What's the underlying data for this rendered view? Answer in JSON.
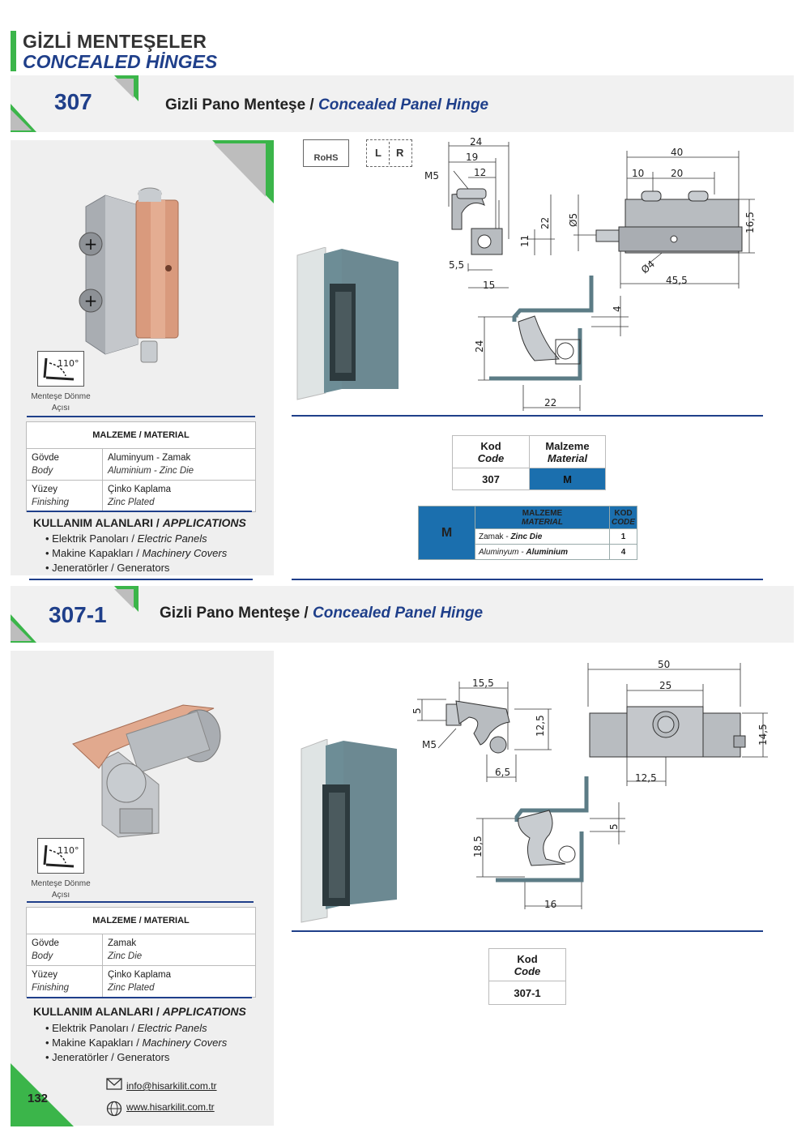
{
  "header": {
    "title_tr": "GİZLİ MENTEŞELER",
    "title_en": "CONCEALED HİNGES"
  },
  "products": [
    {
      "code": "307",
      "title_tr": "Gizli Pano Menteşe /",
      "title_en": "Concealed Panel Hinge",
      "angle": "110°",
      "angle_caption": "Menteşe Dönme Açısı",
      "material_header": "MALZEME / MATERIAL",
      "material_rows": [
        {
          "label_tr": "Gövde",
          "label_en": "Body",
          "value_tr": "Aluminyum - Zamak",
          "value_en": "Aluminium - Zinc Die"
        },
        {
          "label_tr": "Yüzey",
          "label_en": "Finishing",
          "value_tr": "Çinko Kaplama",
          "value_en": "Zinc Plated"
        }
      ],
      "applications_title_tr": "KULLANIM ALANLARI /",
      "applications_title_en": "APPLICATIONS",
      "applications": [
        {
          "tr": "Elektrik Panoları /",
          "en": "Electric Panels"
        },
        {
          "tr": "Makine Kapakları /",
          "en": "Machinery Covers"
        },
        {
          "tr": "Jeneratörler /",
          "en": "Generators"
        }
      ],
      "badges": [
        "RoHS",
        "L",
        "R"
      ],
      "dimensions": [
        "24",
        "19",
        "12",
        "M5",
        "22",
        "11",
        "5,5",
        "15",
        "40",
        "10",
        "20",
        "Ø5",
        "16,5",
        "Ø4",
        "45,5",
        "4",
        "24",
        "22"
      ],
      "code_table": {
        "col1_tr": "Kod",
        "col1_en": "Code",
        "col2_tr": "Malzeme",
        "col2_en": "Material",
        "row_code": "307",
        "row_material": "M"
      },
      "material_legend": {
        "key": "M",
        "head1_tr": "MALZEME",
        "head1_en": "MATERIAL",
        "head2_tr": "KOD",
        "head2_en": "CODE",
        "rows": [
          {
            "tr": "Zamak -",
            "en": "Zinc Die",
            "code": "1"
          },
          {
            "tr": "Aluminyum -",
            "en": "Aluminium",
            "code": "4"
          }
        ]
      }
    },
    {
      "code": "307-1",
      "title_tr": "Gizli Pano Menteşe /",
      "title_en": "Concealed Panel Hinge",
      "angle": "110°",
      "angle_caption": "Menteşe Dönme Açısı",
      "material_header": "MALZEME / MATERIAL",
      "material_rows": [
        {
          "label_tr": "Gövde",
          "label_en": "Body",
          "value_tr": "Zamak",
          "value_en": "Zinc Die"
        },
        {
          "label_tr": "Yüzey",
          "label_en": "Finishing",
          "value_tr": "Çinko Kaplama",
          "value_en": "Zinc Plated"
        }
      ],
      "applications_title_tr": "KULLANIM ALANLARI /",
      "applications_title_en": "APPLICATIONS",
      "applications": [
        {
          "tr": "Elektrik Panoları /",
          "en": "Electric Panels"
        },
        {
          "tr": "Makine Kapakları /",
          "en": "Machinery Covers"
        },
        {
          "tr": "Jeneratörler /",
          "en": "Generators"
        }
      ],
      "dimensions": [
        "15,5",
        "5",
        "12,5",
        "M5",
        "6,5",
        "50",
        "25",
        "14,5",
        "12,5",
        "18,5",
        "5",
        "16"
      ],
      "code_table": {
        "col1_tr": "Kod",
        "col1_en": "Code",
        "row_code": "307-1"
      }
    }
  ],
  "footer": {
    "page_number": "132",
    "email": "info@hisarkilit.com.tr",
    "website": "www.hisarkilit.com.tr"
  },
  "colors": {
    "accent_green": "#3bb54a",
    "navy": "#1f3f8a",
    "material_blue": "#1b6fae",
    "band_grey": "#f1f1f1"
  }
}
